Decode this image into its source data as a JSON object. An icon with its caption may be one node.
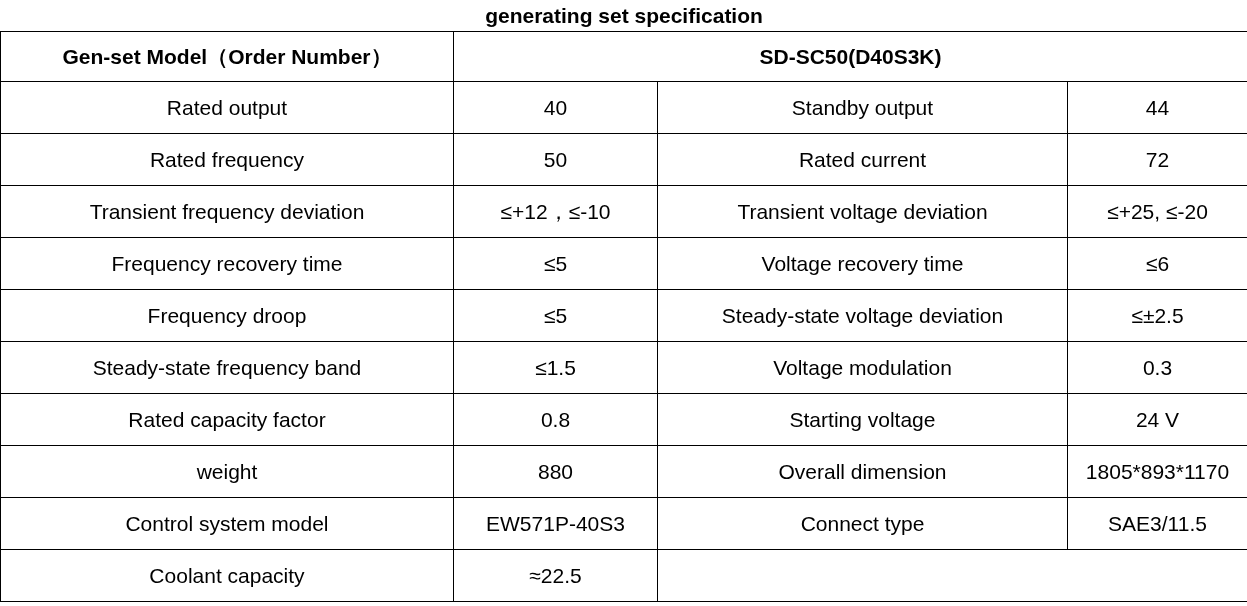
{
  "diagram": {
    "title": "generating set specification",
    "labels": [
      "Gen-set Model（Order Number）",
      "SD-SC50(D40S3K)",
      "Rated output",
      "40",
      "Standby output",
      "44",
      "Rated frequency",
      "50",
      "Rated current",
      "72",
      "Transient frequency deviation",
      "≤+12，≤-10",
      "Transient voltage deviation",
      "≤+25, ≤-20",
      "Frequency recovery time",
      "≤5",
      "Voltage recovery time",
      "≤6",
      "Frequency droop",
      "≤5",
      "Steady-state voltage deviation",
      "≤±2.5",
      "Steady-state frequency band",
      "≤1.5",
      "Voltage modulation",
      "0.3",
      "Rated capacity factor",
      "0.8",
      "Starting voltage",
      "24 V",
      "weight",
      "880",
      "Overall dimension",
      "1805*893*1170",
      "Control system model",
      "EW571P-40S3",
      "Connect type",
      "SAE3/11.5",
      "Coolant capacity",
      "≈22.5"
    ]
  }
}
